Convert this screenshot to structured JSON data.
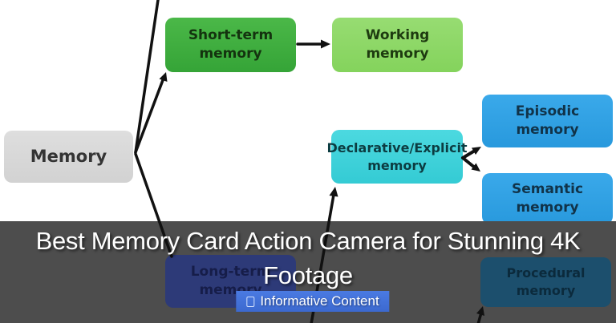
{
  "overlay": {
    "title_line1": "Best Memory Card Action Camera for Stunning 4K",
    "title_line2": "Footage",
    "badge_label": "Informative Content",
    "badge_color": "#4271da",
    "band_color": "#4d4d4d",
    "title_color": "#ffffff"
  },
  "diagram": {
    "nodes": {
      "memory": {
        "label": "Memory",
        "color": "#d9d9d9"
      },
      "short_term": {
        "line1": "Short-term",
        "line2": "memory",
        "color": "#3dac3f"
      },
      "working": {
        "label": "Working memory",
        "color": "#8ed86a"
      },
      "declarative": {
        "line1": "Declarative/Explicit",
        "line2": "memory",
        "color": "#3fd2da"
      },
      "episodic": {
        "label": "Episodic memory",
        "color": "#31a2e7"
      },
      "semantic": {
        "label": "Semantic memory",
        "color": "#31a2e7"
      },
      "long_term": {
        "line1": "Long-term",
        "line2": "memory",
        "color": "#2d3a78"
      },
      "procedural": {
        "label": "Procedural memory",
        "color": "#1c4f6d"
      }
    },
    "edges": [
      {
        "from": "memory",
        "to": "off_screen_top"
      },
      {
        "from": "memory",
        "to": "short_term"
      },
      {
        "from": "short_term",
        "to": "working"
      },
      {
        "from": "memory",
        "to": "long_term"
      },
      {
        "from": "long_term",
        "to": "declarative"
      },
      {
        "from": "declarative",
        "to": "episodic"
      },
      {
        "from": "declarative",
        "to": "semantic"
      },
      {
        "from": "off_screen_bottom",
        "to": "procedural"
      }
    ]
  }
}
